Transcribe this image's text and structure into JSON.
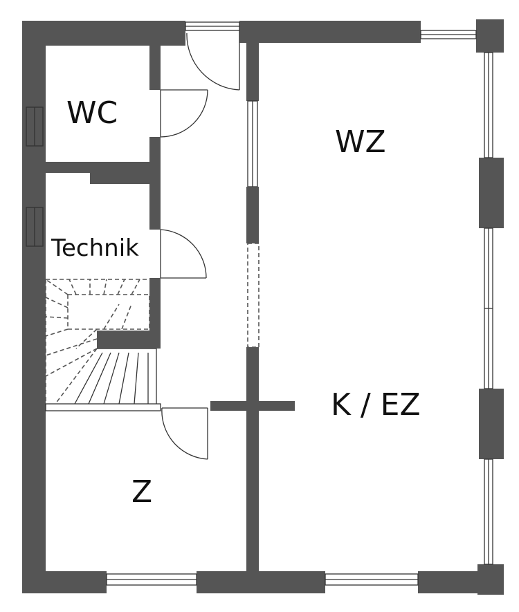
{
  "rooms": {
    "wc": "WC",
    "wz": "WZ",
    "technik": "Technik",
    "k_ez": "K / EZ",
    "z": "Z"
  },
  "colors": {
    "wall": "#555555",
    "line": "#333333",
    "background": "#ffffff",
    "text": "#111111"
  }
}
